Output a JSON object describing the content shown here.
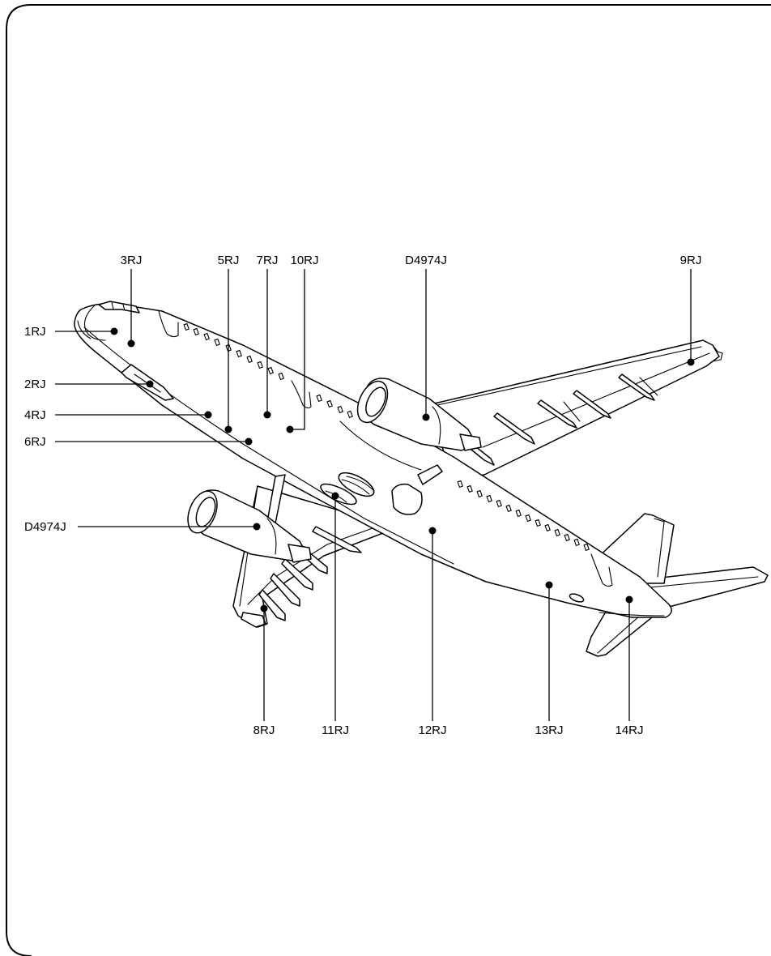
{
  "callouts": [
    {
      "id": "1RJ",
      "label": "1RJ"
    },
    {
      "id": "2RJ",
      "label": "2RJ"
    },
    {
      "id": "3RJ",
      "label": "3RJ"
    },
    {
      "id": "4RJ",
      "label": "4RJ"
    },
    {
      "id": "5RJ",
      "label": "5RJ"
    },
    {
      "id": "6RJ",
      "label": "6RJ"
    },
    {
      "id": "7RJ",
      "label": "7RJ"
    },
    {
      "id": "8RJ",
      "label": "8RJ"
    },
    {
      "id": "9RJ",
      "label": "9RJ"
    },
    {
      "id": "10RJ",
      "label": "10RJ"
    },
    {
      "id": "11RJ",
      "label": "11RJ"
    },
    {
      "id": "12RJ",
      "label": "12RJ"
    },
    {
      "id": "13RJ",
      "label": "13RJ"
    },
    {
      "id": "14RJ",
      "label": "14RJ"
    },
    {
      "id": "D4974J-right-engine",
      "label": "D4974J"
    },
    {
      "id": "D4974J-left-engine",
      "label": "D4974J"
    }
  ]
}
